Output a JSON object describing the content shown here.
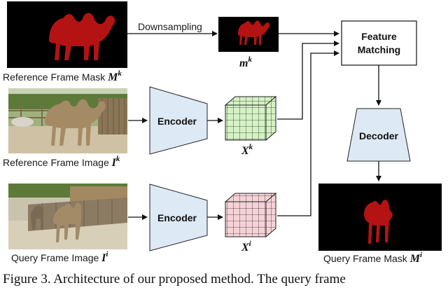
{
  "labels": {
    "downsampling": "Downsampling",
    "ref_mask_text": "Reference Frame Mask ",
    "ref_mask_sym": "M",
    "ref_mask_sup": "k",
    "small_mask_sym": "m",
    "small_mask_sup": "k",
    "ref_image_text": "Reference Frame Image ",
    "ref_image_sym": "I",
    "ref_image_sup": "k",
    "query_image_text": "Query Frame Image ",
    "query_image_sym": "I",
    "query_image_sup": "i",
    "query_mask_text": "Query Frame Mask ",
    "query_mask_sym": "M",
    "query_mask_sup": "i",
    "feat_k_sym": "X",
    "feat_k_sup": "k",
    "feat_i_sym": "X",
    "feat_i_sup": "i"
  },
  "blocks": {
    "encoder_top": "Encoder",
    "encoder_bottom": "Encoder",
    "feature_matching_line1": "Feature",
    "feature_matching_line2": "Matching",
    "decoder": "Decoder"
  },
  "caption": "Figure 3. Architecture of our proposed method. The query frame",
  "colors": {
    "mask_red": "#b31313",
    "encoder_fill": "#dde9f5",
    "decoder_fill": "#dde9f5",
    "cube_green": "#d4f2c4",
    "cube_pink": "#f6d2d6"
  }
}
